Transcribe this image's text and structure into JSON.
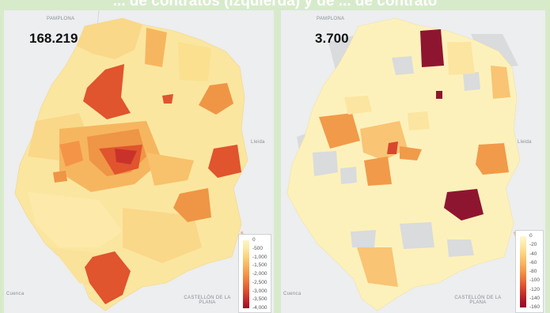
{
  "title": "... de contratos (izquierda) y de ... de contrato",
  "left_map": {
    "total": "168.219",
    "places": {
      "pamplona": "PAMPLONA",
      "lleida": "Lleida",
      "castellon": "CASTELLÓN DE LA PLANA",
      "cuenca": "Cuenca"
    },
    "legend": {
      "labels": [
        "0",
        "500",
        "1,000",
        "1,500",
        "2,000",
        "2,500",
        "3,000",
        "3,500",
        "4,000"
      ],
      "gradient": [
        "#fdf5c8",
        "#fde7a3",
        "#fcd07b",
        "#f9b35d",
        "#f49447",
        "#ec7339",
        "#dc4f2e",
        "#c42a2a",
        "#9c0e2a"
      ]
    },
    "colors": {
      "pale": "#fbe6a0",
      "light": "#fad889",
      "mid": "#f6b65f",
      "orange": "#ef9546",
      "dark": "#e0542e",
      "red": "#c9322a"
    }
  },
  "right_map": {
    "total": "3.700",
    "places": {
      "pamplona": "PAMPLONA",
      "lleida": "Lleida",
      "castellon": "CASTELLÓN DE LA PLANA",
      "cuenca": "Cuenca"
    },
    "legend": {
      "labels": [
        "0",
        "20",
        "40",
        "60",
        "80",
        "100",
        "120",
        "140",
        "160"
      ],
      "gradient": [
        "#fdf7d2",
        "#fce9a6",
        "#fbd27e",
        "#f8b55f",
        "#f39446",
        "#e96b36",
        "#d4402c",
        "#b21f2a",
        "#8d0b2b"
      ]
    },
    "colors": {
      "pale": "#fdf1bb",
      "light": "#fbe5a0",
      "mid": "#f9c474",
      "orange": "#f19a4a",
      "dark": "#d9462d",
      "maroon": "#8e1530",
      "nodata": "#d9dbdd"
    }
  }
}
